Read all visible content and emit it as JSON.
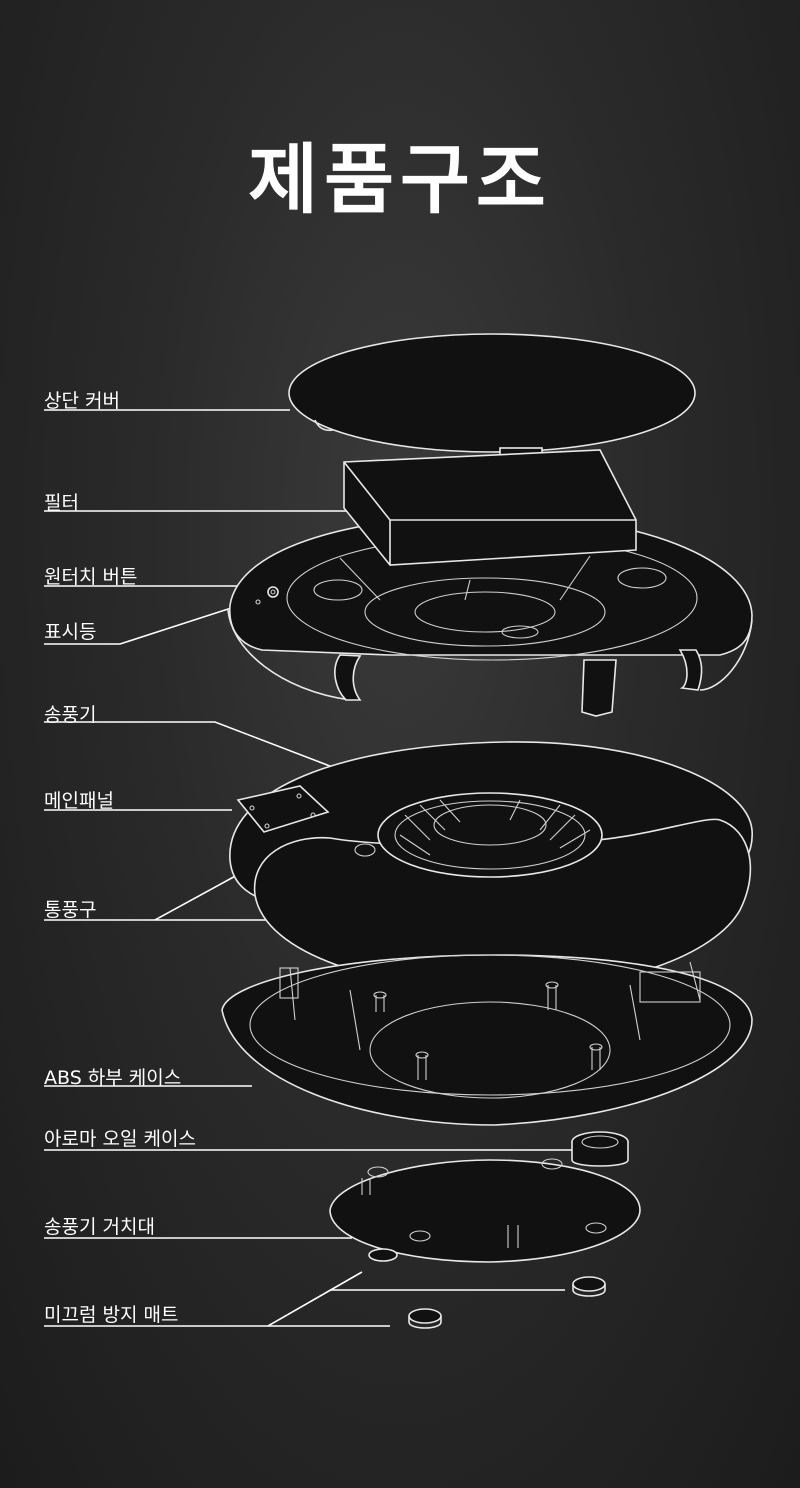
{
  "title": "제품구조",
  "labels": {
    "top_cover": "상단 커버",
    "filter": "필터",
    "one_touch_button": "원터치 버튼",
    "indicator": "표시등",
    "blower": "송풍기",
    "main_panel": "메인패널",
    "vent": "통풍구",
    "abs_bottom_case": "ABS 하부 케이스",
    "aroma_oil_case": "아로마 오일 케이스",
    "blower_stand": "송풍기 거치대",
    "anti_slip_mat": "미끄럼 방지 매트"
  },
  "colors": {
    "background": "#2a2a2a",
    "line": "#e8e8e8",
    "text": "#ffffff"
  }
}
